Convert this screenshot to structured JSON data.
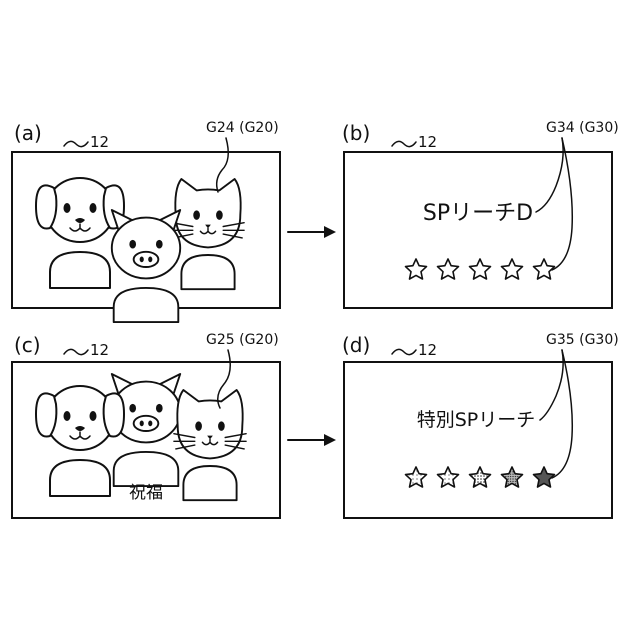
{
  "panels": [
    {
      "id": "a",
      "label": "(a)",
      "ref": "12",
      "tag": "G24 (G20)"
    },
    {
      "id": "b",
      "label": "(b)",
      "ref": "12",
      "tag": "G34 (G30)",
      "caption": "SPリーチD",
      "stars": [
        "white",
        "white",
        "white",
        "white",
        "white"
      ]
    },
    {
      "id": "c",
      "label": "(c)",
      "ref": "12",
      "tag": "G25 (G20)",
      "text": "祝福"
    },
    {
      "id": "d",
      "label": "(d)",
      "ref": "12",
      "tag": "G35 (G30)",
      "caption": "特別SPリーチ",
      "stars": [
        "dotted-light",
        "dotted-light",
        "dotted-medium",
        "dotted-dense",
        "dark-gray"
      ]
    }
  ],
  "colors": {
    "ink": "#111111",
    "background": "#ffffff",
    "star_dark": "#555555"
  },
  "icons": [
    "dog-icon",
    "pig-icon",
    "cat-icon",
    "star-icon",
    "arrow-icon"
  ]
}
